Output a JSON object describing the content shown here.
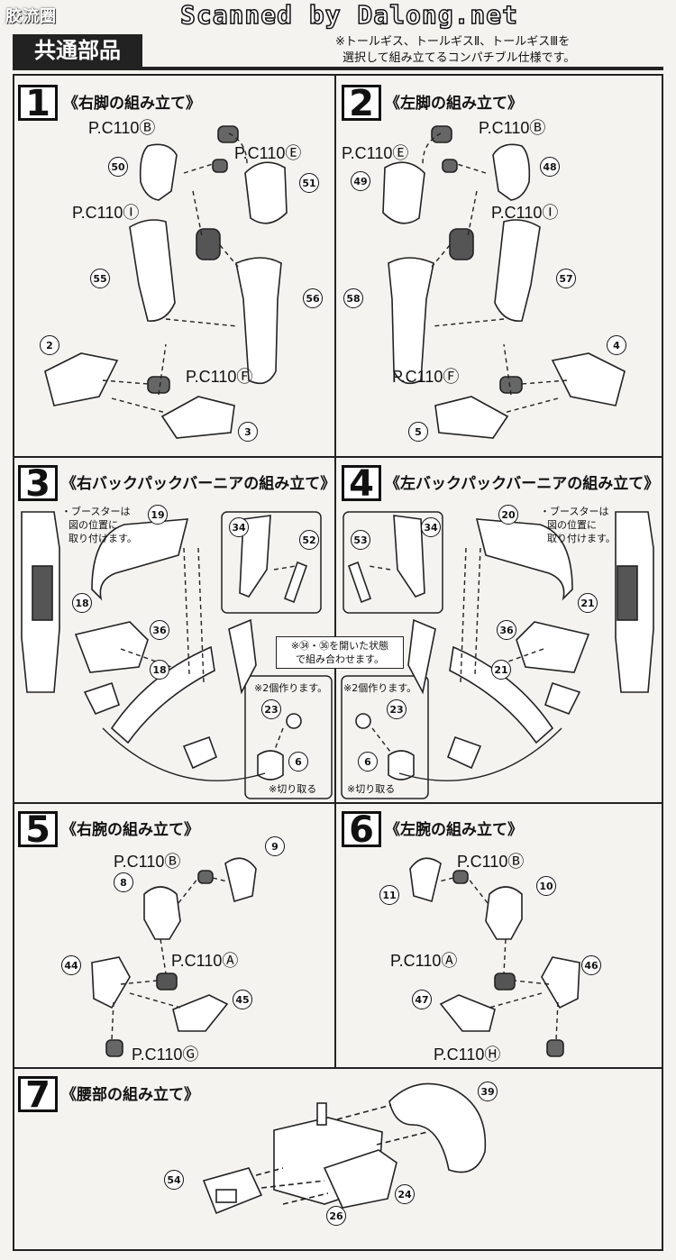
{
  "watermarks": {
    "left": "胶流圈",
    "top": "Scanned by Dalong.net"
  },
  "header": {
    "title": "共通部品",
    "note_line1": "※トールギス、トールギスⅡ、トールギスⅢを",
    "note_line2": "選択して組み立てるコンパチブル仕様です。"
  },
  "steps": [
    {
      "number": "1",
      "title": "《右脚の組み立て》"
    },
    {
      "number": "2",
      "title": "《左脚の組み立て》"
    },
    {
      "number": "3",
      "title": "《右バックパックバーニアの組み立て》"
    },
    {
      "number": "4",
      "title": "《左バックパックバーニアの組み立て》"
    },
    {
      "number": "5",
      "title": "《右腕の組み立て》"
    },
    {
      "number": "6",
      "title": "《左腕の組み立て》"
    },
    {
      "number": "7",
      "title": "《腰部の組み立て》"
    }
  ],
  "s1": {
    "pc_b": "P.C110Ⓑ",
    "pc_e": "P.C110Ⓔ",
    "pc_i": "P.C110Ⓘ",
    "pc_f": "P.C110Ⓕ",
    "n50": "50",
    "n51": "51",
    "n55": "55",
    "n56": "56",
    "n2": "2",
    "n3": "3"
  },
  "s2": {
    "pc_e": "P.C110Ⓔ",
    "pc_b": "P.C110Ⓑ",
    "pc_i": "P.C110Ⓘ",
    "pc_f": "P.C110Ⓕ",
    "n49": "49",
    "n48": "48",
    "n58": "58",
    "n57": "57",
    "n4": "4",
    "n5": "5"
  },
  "s3": {
    "booster_note1": "・ブースターは",
    "booster_note2": "図の位置に",
    "booster_note3": "取り付けます。",
    "n18a": "18",
    "n19": "19",
    "n34": "34",
    "n52": "52",
    "n36": "36",
    "n18b": "18",
    "n23": "23",
    "n6": "6",
    "make_two": "※2個作ります。",
    "cut": "※切り取る"
  },
  "s4": {
    "booster_note1": "・ブースターは",
    "booster_note2": "図の位置に",
    "booster_note3": "取り付けます。",
    "n53": "53",
    "n34": "34",
    "n20": "20",
    "n21a": "21",
    "n36": "36",
    "n21b": "21",
    "n23": "23",
    "n6": "6",
    "make_two": "※2個作ります。",
    "cut": "※切り取る"
  },
  "center_note": {
    "line1": "※㉞・㊱を開いた状態",
    "line2": "で組み合わせます。"
  },
  "s5": {
    "pc_b": "P.C110Ⓑ",
    "pc_a": "P.C110Ⓐ",
    "pc_g": "P.C110Ⓖ",
    "n9": "9",
    "n8": "8",
    "n44": "44",
    "n45": "45"
  },
  "s6": {
    "pc_b": "P.C110Ⓑ",
    "pc_a": "P.C110Ⓐ",
    "pc_h": "P.C110Ⓗ",
    "n11": "11",
    "n10": "10",
    "n46": "46",
    "n47": "47"
  },
  "s7": {
    "n39": "39",
    "n54": "54",
    "n24": "24",
    "n26": "26"
  }
}
